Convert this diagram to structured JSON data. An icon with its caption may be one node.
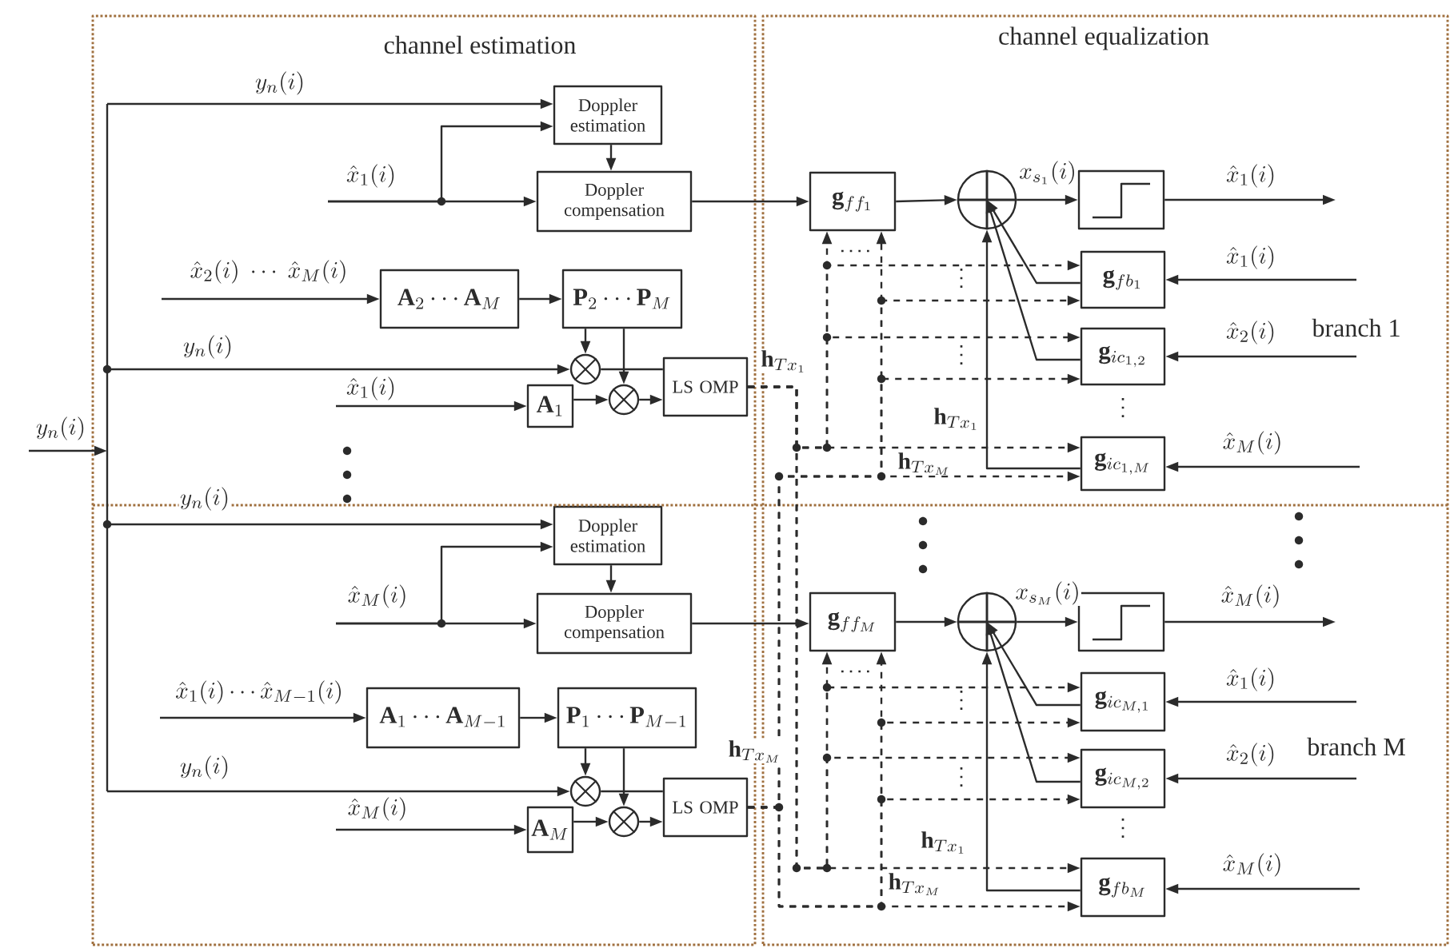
{
  "diagram": {
    "nodes": [
      {
        "text": [
          "channel estimation"
        ]
      },
      {
        "text": [
          "channel equalization"
        ]
      },
      {
        "text": [
          "Doppler estimation"
        ],
        "in": 0
      },
      {
        "text": [
          "Doppler compensation"
        ],
        "in": 0
      },
      {
        "text": [
          "\\mathbf{A}_2\\cdots\\mathbf{A}_M"
        ],
        "in": 0
      },
      {
        "text": [
          "\\mathbf{P}_2\\cdots\\mathbf{P}_M"
        ],
        "in": 0
      },
      {
        "text": [],
        "shape": "circle",
        "in": 0
      },
      {
        "text": [],
        "shape": "circle",
        "in": 0
      },
      {
        "text": [
          "\\mathbf{A}_1"
        ],
        "in": 0
      },
      {
        "text": [
          "LS OMP"
        ],
        "in": 0
      },
      {
        "text": [
          "Doppler estimation"
        ],
        "in": 0
      },
      {
        "text": [
          "Doppler compensation"
        ],
        "in": 0
      },
      {
        "text": [
          "\\mathbf{A}_1\\cdots\\mathbf{A}_{M-1}"
        ],
        "in": 0
      },
      {
        "text": [
          "\\mathbf{P}_1\\cdots\\mathbf{P}_{M-1}"
        ],
        "in": 0
      },
      {
        "text": [],
        "shape": "circle",
        "in": 0
      },
      {
        "text": [],
        "shape": "circle",
        "in": 0
      },
      {
        "text": [
          "\\mathbf{A}_M"
        ],
        "in": 0
      },
      {
        "text": [
          "LS OMP"
        ],
        "in": 0
      },
      {
        "text": [
          "\\mathbf{g}_{ff_1}"
        ],
        "in": 1
      },
      {
        "text": [],
        "shape": "circle",
        "in": 1
      },
      {
        "text": [],
        "shape": "box",
        "in": 1
      },
      {
        "text": [
          "\\mathbf{g}_{fb_1}"
        ],
        "in": 1
      },
      {
        "text": [
          "\\mathbf{g}_{ic_{1,2}}"
        ],
        "in": 1
      },
      {
        "text": [
          "\\mathbf{g}_{ic_{1,M}}"
        ],
        "in": 1
      },
      {
        "text": [
          "\\mathbf{g}_{ff_M}"
        ],
        "in": 1
      },
      {
        "text": [],
        "shape": "circle",
        "in": 1
      },
      {
        "text": [],
        "shape": "box",
        "in": 1
      },
      {
        "text": [
          "\\mathbf{g}_{ic_{M,1}}"
        ],
        "in": 1
      },
      {
        "text": [
          "\\mathbf{g}_{ic_{M,2}}"
        ],
        "in": 1
      },
      {
        "text": [
          "\\mathbf{g}_{fb_M}"
        ],
        "in": 1
      }
    ],
    "edges": [
      {
        "from": null,
        "to": 2,
        "arrow": "to",
        "label": "y_n(i)"
      },
      {
        "from": null,
        "to": 3,
        "arrow": "to",
        "label": "\\hat{x}_1(i)"
      },
      {
        "from": null,
        "to": 2,
        "arrow": "to"
      },
      {
        "from": 2,
        "to": 3,
        "arrow": "to"
      },
      {
        "from": 3,
        "to": 18,
        "arrow": "to"
      },
      {
        "from": null,
        "to": 4,
        "arrow": "to",
        "label": "\\hat{x}_2(i)\\;\\cdots\\;\\hat{x}_M(i)"
      },
      {
        "from": 4,
        "to": 5,
        "arrow": "to"
      },
      {
        "from": 5,
        "to": 6,
        "arrow": "to"
      },
      {
        "from": 5,
        "to": 7,
        "arrow": "to"
      },
      {
        "from": null,
        "to": 6,
        "arrow": "to",
        "label": "y_n(i)"
      },
      {
        "from": 6,
        "to": 9,
        "arrow": "none"
      },
      {
        "from": null,
        "to": 8,
        "arrow": "to",
        "label": "\\hat{x}_1(i)"
      },
      {
        "from": 8,
        "to": 7,
        "arrow": "to"
      },
      {
        "from": 7,
        "to": 9,
        "arrow": "to"
      },
      {
        "from": null,
        "to": 10,
        "arrow": "to",
        "label": "y_n(i)"
      },
      {
        "from": null,
        "to": 11,
        "arrow": "to",
        "label": "\\hat{x}_M(i)"
      },
      {
        "from": null,
        "to": 10,
        "arrow": "to"
      },
      {
        "from": 10,
        "to": 11,
        "arrow": "to"
      },
      {
        "from": null,
        "to": 12,
        "arrow": "to",
        "label": "\\hat{x}_1(i)\\cdots\\hat{x}_{M-1}(i)"
      },
      {
        "from": 12,
        "to": 13,
        "arrow": "to"
      },
      {
        "from": 13,
        "to": 14,
        "arrow": "to"
      },
      {
        "from": 13,
        "to": 15,
        "arrow": "to"
      },
      {
        "from": null,
        "to": 14,
        "arrow": "to",
        "label": "y_n(i)"
      },
      {
        "from": 14,
        "to": 17,
        "arrow": "none"
      },
      {
        "from": null,
        "to": 16,
        "arrow": "to",
        "label": "\\hat{x}_M(i)"
      },
      {
        "from": 16,
        "to": 15,
        "arrow": "to"
      },
      {
        "from": 15,
        "to": 17,
        "arrow": "to"
      },
      {
        "from": 18,
        "to": 19,
        "arrow": "to"
      },
      {
        "from": 19,
        "to": 20,
        "arrow": "to",
        "label": "x_{s_1}(i)"
      },
      {
        "from": 20,
        "to": null,
        "arrow": "to",
        "label": "\\hat{x}_1(i)"
      },
      {
        "from": null,
        "to": 21,
        "arrow": "to",
        "label": "\\hat{x}_1(i)"
      },
      {
        "from": null,
        "to": 22,
        "arrow": "to",
        "label": "\\hat{x}_2(i)"
      },
      {
        "from": null,
        "to": 23,
        "arrow": "to",
        "label": "\\hat{x}_M(i)"
      },
      {
        "from": 21,
        "to": 19,
        "arrow": "to"
      },
      {
        "from": 22,
        "to": 19,
        "arrow": "to"
      },
      {
        "from": 23,
        "to": 19,
        "arrow": "to"
      },
      {
        "from": 11,
        "to": 24,
        "arrow": "to"
      },
      {
        "from": 24,
        "to": 25,
        "arrow": "to"
      },
      {
        "from": 25,
        "to": 26,
        "arrow": "to",
        "label": "x_{s_M}(i)"
      },
      {
        "from": 26,
        "to": null,
        "arrow": "to",
        "label": "\\hat{x}_M(i)"
      },
      {
        "from": null,
        "to": 27,
        "arrow": "to",
        "label": "\\hat{x}_1(i)"
      },
      {
        "from": null,
        "to": 28,
        "arrow": "to",
        "label": "\\hat{x}_2(i)"
      },
      {
        "from": null,
        "to": 29,
        "arrow": "to",
        "label": "\\hat{x}_M(i)"
      },
      {
        "from": 27,
        "to": 25,
        "arrow": "to"
      },
      {
        "from": 28,
        "to": 25,
        "arrow": "to"
      },
      {
        "from": 29,
        "to": 25,
        "arrow": "to"
      },
      {
        "from": 9,
        "to": 18,
        "arrow": "to",
        "style": "dashed"
      },
      {
        "from": 9,
        "to": 21,
        "arrow": "to",
        "style": "dashed"
      },
      {
        "from": 9,
        "to": 22,
        "arrow": "to",
        "style": "dashed"
      },
      {
        "from": 9,
        "to": 23,
        "arrow": "to",
        "style": "dashed"
      },
      {
        "from": 17,
        "to": 18,
        "arrow": "to",
        "style": "dashed"
      },
      {
        "from": 17,
        "to": 21,
        "arrow": "to",
        "style": "dashed"
      },
      {
        "from": 17,
        "to": 22,
        "arrow": "to",
        "style": "dashed"
      },
      {
        "from": 17,
        "to": 23,
        "arrow": "to",
        "style": "dashed"
      },
      {
        "from": 9,
        "to": 24,
        "arrow": "to",
        "style": "dashed"
      },
      {
        "from": 9,
        "to": 27,
        "arrow": "to",
        "style": "dashed"
      },
      {
        "from": 9,
        "to": 28,
        "arrow": "to",
        "style": "dashed"
      },
      {
        "from": 9,
        "to": 29,
        "arrow": "to",
        "style": "dashed"
      },
      {
        "from": 17,
        "to": 24,
        "arrow": "to",
        "style": "dashed"
      },
      {
        "from": 17,
        "to": 27,
        "arrow": "to",
        "style": "dashed"
      },
      {
        "from": 17,
        "to": 28,
        "arrow": "to",
        "style": "dashed"
      },
      {
        "from": 17,
        "to": 29,
        "arrow": "to",
        "style": "dashed"
      }
    ],
    "labels": [
      "y_n(i)",
      "\\mathbf{h}_{Tx_1}",
      "branch 1",
      "\\mathbf{h}_{Tx_1}",
      "\\mathbf{h}_{Tx_M}",
      "\\mathbf{h}_{Tx_M}",
      "branch M",
      "\\mathbf{h}_{Tx_1}",
      "\\mathbf{h}_{Tx_M}"
    ]
  }
}
